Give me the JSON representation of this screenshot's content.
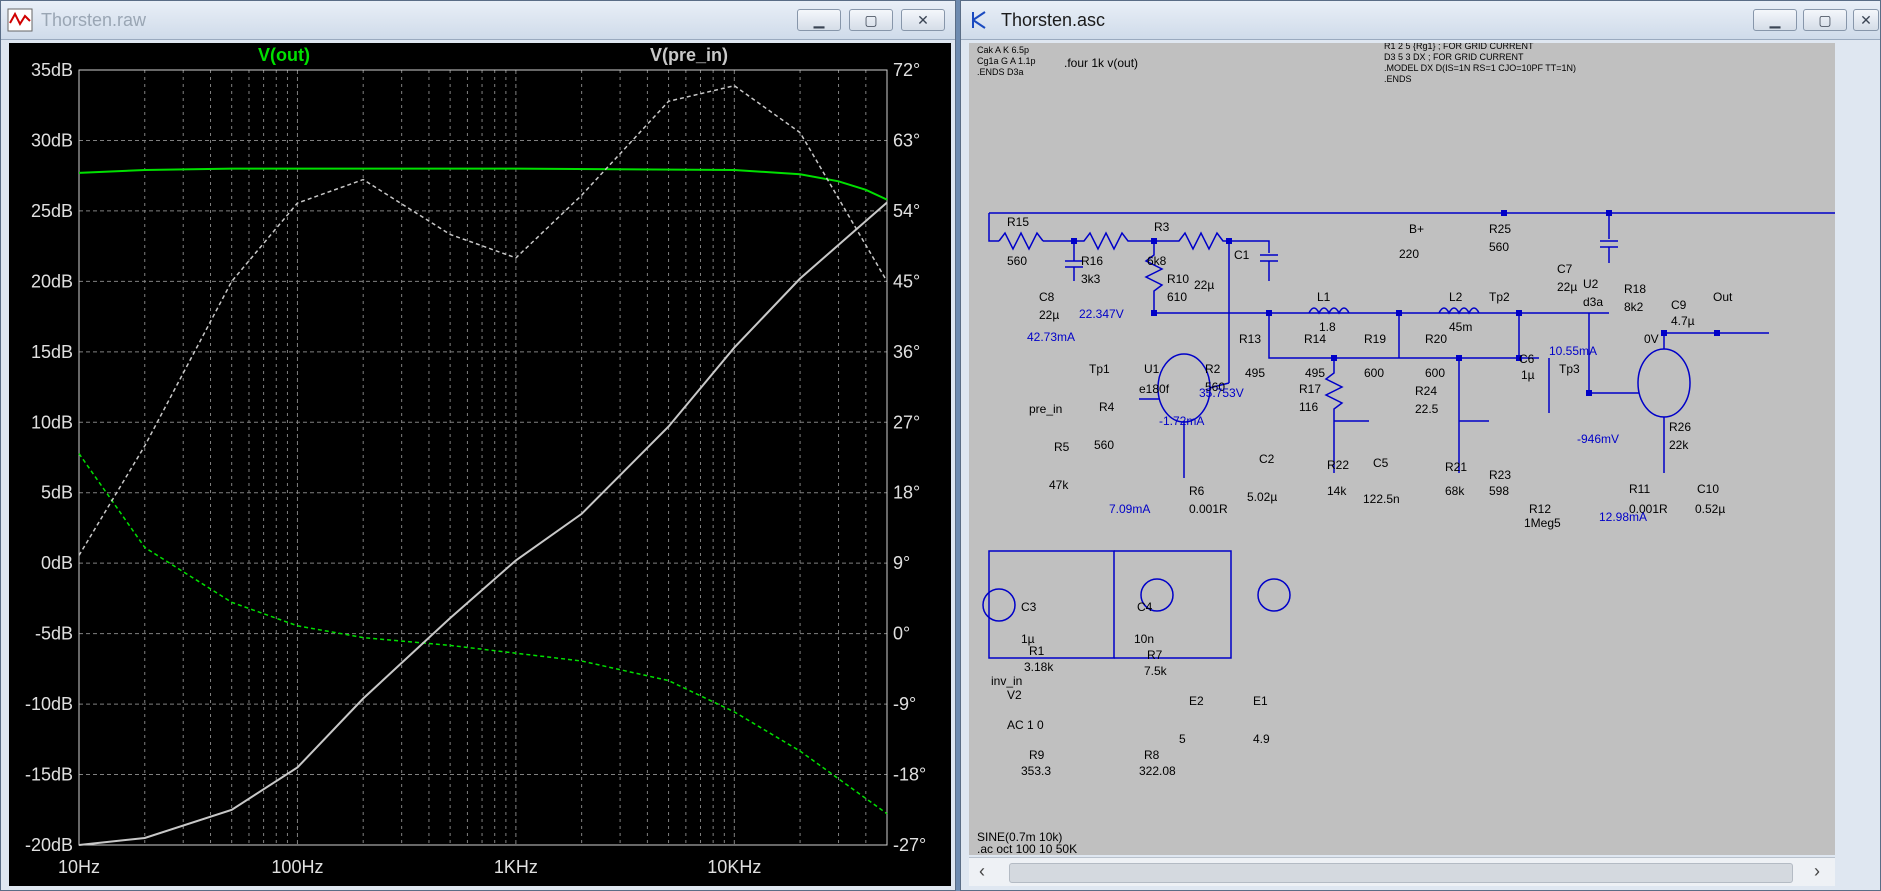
{
  "plot_window": {
    "title": "Thorsten.raw",
    "traces": [
      "V(out)",
      "V(pre_in)"
    ],
    "trace_colors": {
      "vout": "#00e000",
      "vpre_in": "#c8c8c8"
    }
  },
  "schematic_window": {
    "title": "Thorsten.asc",
    "directives": {
      "top_left": [
        "Cak A K 6.5p",
        "Cg1a G A 1.1p",
        ".ENDS D3a"
      ],
      "four": ".four 1k v(out)",
      "top_right": [
        "R1 2 5 {Rg1} ; FOR GRID CURRENT",
        "D3 5 3 DX ; FOR GRID CURRENT",
        ".MODEL DX D(IS=1N RS=1 CJO=10PF TT=1N)",
        ".ENDS"
      ],
      "source": "SINE(0.7m 10k)",
      "ac": ".ac oct 100 10 50K"
    },
    "labels": {
      "R15": "R15",
      "R15v": "560",
      "R16": "R16",
      "R16v": "3k3",
      "R3": "R3",
      "R3v": "6k8",
      "C1": "C1",
      "C1v": "22µ",
      "C8": "C8",
      "C8v": "22µ",
      "R10": "R10",
      "R10v": "610",
      "Bplus": "B+",
      "Bplusv": "220",
      "R25": "R25",
      "R25v": "560",
      "C7": "C7",
      "C7v": "22µ",
      "U2": "U2",
      "U2v": "d3a",
      "R18": "R18",
      "R18v": "8k2",
      "C9": "C9",
      "C9v": "4.7µ",
      "L1": "L1",
      "L1v": "1.8",
      "L2": "L2",
      "L2v": "45m",
      "V1": "22.347V",
      "I1": "42.73mA",
      "U1": "U1",
      "U1v": "e180f",
      "R2": "R2",
      "R2v": "560",
      "V2": "35.753V",
      "I2": "-1.72mA",
      "R13": "R13",
      "R13v": "495",
      "R14": "R14",
      "R14v": "495",
      "R19": "R19",
      "R19v": "600",
      "R20": "R20",
      "R20v": "600",
      "R17": "R17",
      "R17v": "116",
      "R24": "R24",
      "R24v": "22.5",
      "C2": "C2",
      "C2v": "5.02µ",
      "R22": "R22",
      "R22v": "14k",
      "C5": "C5",
      "C5v": "122.5n",
      "R21": "R21",
      "R21v": "68k",
      "R23": "R23",
      "R23v": "598",
      "C6": "C6",
      "C6v": "1µ",
      "R12": "R12",
      "R12v": "1Meg5",
      "I3": "10.55mA",
      "V3": "-946mV",
      "R26": "R26",
      "R26v": "22k",
      "R11": "R11",
      "R11v": "0.001R",
      "C10": "C10",
      "C10v": "0.52µ",
      "I4": "12.98mA",
      "R4": "R4",
      "R4v": "560",
      "R5": "R5",
      "R5v": "47k",
      "R6": "R6",
      "R6v": "0.001R",
      "I5": "7.09mA",
      "pre_in": "pre_in",
      "Tp1": "Tp1",
      "Tp2": "Tp2",
      "Tp3": "Tp3",
      "Out": "Out",
      "zero": "0V",
      "C3": "C3",
      "C3v": "1µ",
      "R1": "R1",
      "R1v": "3.18k",
      "C4": "C4",
      "C4v": "10n",
      "R7": "R7",
      "R7v": "7.5k",
      "inv_in": "inv_in",
      "V2src": "V2",
      "V2srcv": "AC 1 0",
      "E2": "E2",
      "E2v": "5",
      "E1": "E1",
      "E1v": "4.9",
      "R9": "R9",
      "R9v": "353.3",
      "R8": "R8",
      "R8v": "322.08"
    }
  },
  "chart_data": {
    "type": "line",
    "xscale": "log",
    "x_ticks": [
      "10Hz",
      "100Hz",
      "1KHz",
      "10KHz"
    ],
    "y_left_ticks": [
      "35dB",
      "30dB",
      "25dB",
      "20dB",
      "15dB",
      "10dB",
      "5dB",
      "0dB",
      "-5dB",
      "-10dB",
      "-15dB",
      "-20dB"
    ],
    "y_right_ticks": [
      "72°",
      "63°",
      "54°",
      "45°",
      "36°",
      "27°",
      "18°",
      "9°",
      "0°",
      "-9°",
      "-18°",
      "-27°"
    ],
    "xlim": [
      10,
      50000
    ],
    "ylim_left": [
      -20,
      35
    ],
    "ylim_right": [
      -27,
      72
    ],
    "series": [
      {
        "name": "V(out)",
        "axis": "mag",
        "style": "solid",
        "color": "#00e000",
        "x": [
          10,
          20,
          50,
          100,
          1000,
          10000,
          20000,
          30000,
          40000,
          50000
        ],
        "y": [
          27.7,
          27.9,
          28.0,
          28.0,
          28.0,
          27.9,
          27.6,
          27.1,
          26.5,
          25.8
        ]
      },
      {
        "name": "V(out)",
        "axis": "phase",
        "style": "dashed",
        "color": "#00e000",
        "x": [
          10,
          20,
          50,
          100,
          200,
          500,
          1000,
          2000,
          5000,
          10000,
          20000,
          50000
        ],
        "y": [
          23,
          11,
          4,
          1,
          -0.5,
          -1.5,
          -2.5,
          -3.5,
          -6,
          -10,
          -15,
          -23
        ]
      },
      {
        "name": "V(pre_in)",
        "axis": "mag",
        "style": "solid",
        "color": "#c8c8c8",
        "x": [
          10,
          20,
          50,
          100,
          200,
          500,
          1000,
          2000,
          5000,
          10000,
          20000,
          50000
        ],
        "y": [
          -20,
          -19.5,
          -17.5,
          -14.5,
          -9.6,
          -3.9,
          0.2,
          3.5,
          9.7,
          15.3,
          20.2,
          25.6
        ]
      },
      {
        "name": "V(pre_in)",
        "axis": "phase",
        "style": "dashed",
        "color": "#c8c8c8",
        "x": [
          10,
          20,
          50,
          100,
          200,
          500,
          1000,
          2000,
          5000,
          10000,
          20000,
          50000
        ],
        "y": [
          10,
          24,
          45,
          55,
          58,
          51,
          48,
          56,
          68,
          70,
          64,
          45
        ]
      }
    ]
  }
}
